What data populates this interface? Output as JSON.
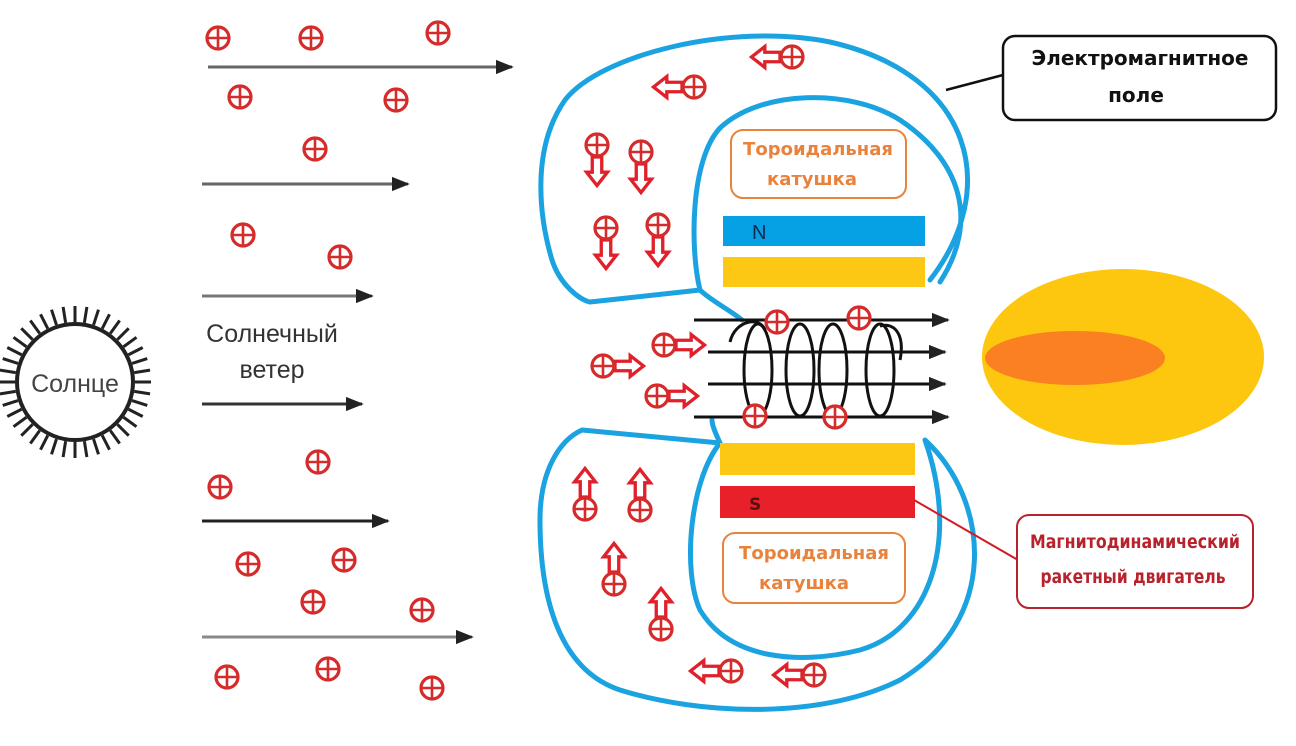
{
  "diagram": {
    "sun": {
      "label": "Солнце",
      "icon": "sun-icon"
    },
    "solar_wind": {
      "label_line1": "Солнечный",
      "label_line2": "ветер"
    },
    "em_field_callout": {
      "line1": "Электромагнитное",
      "line2": "поле"
    },
    "coil_top": {
      "line1": "Тороидальная",
      "line2": "катушка"
    },
    "coil_bottom": {
      "line1": "Тороидальная",
      "line2": "катушка"
    },
    "magnet_north": {
      "label": "N"
    },
    "magnet_south": {
      "label": "S"
    },
    "engine_callout": {
      "line1": "Магнитодинамический",
      "line2": "ракетный двигатель"
    },
    "proton_symbol": "⊕",
    "colors": {
      "field_line": "#1aa3e0",
      "proton": "#d62b2b",
      "arrow_red": "#e0202a",
      "magnet_north": "#06a0e4",
      "magnet_yellow": "#fdc814",
      "magnet_south": "#e8202a",
      "coil_text": "#e8823c",
      "engine_text": "#b8222c",
      "plume_outer": "#fdc60f",
      "plume_inner": "#fa8021"
    }
  }
}
